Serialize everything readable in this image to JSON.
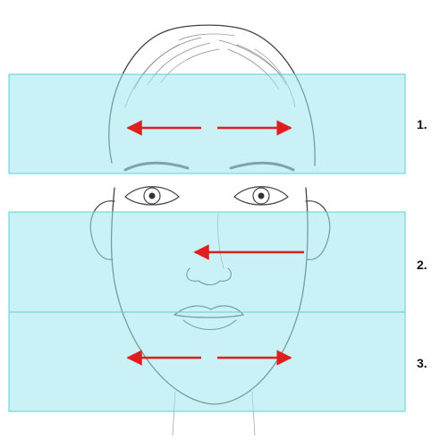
{
  "steps": [
    {
      "label": "1.",
      "arrow": "outward"
    },
    {
      "label": "2.",
      "arrow": "inward-left"
    },
    {
      "label": "3.",
      "arrow": "outward"
    }
  ],
  "colors": {
    "band_fill": "#9fe6ec",
    "band_stroke": "#5fcfd9",
    "arrow": "#e11d1d",
    "sketch": "#444444",
    "hair": "#8a8a8a"
  },
  "icons": [
    "face-sketch",
    "double-arrow-icon",
    "left-arrow-icon"
  ]
}
